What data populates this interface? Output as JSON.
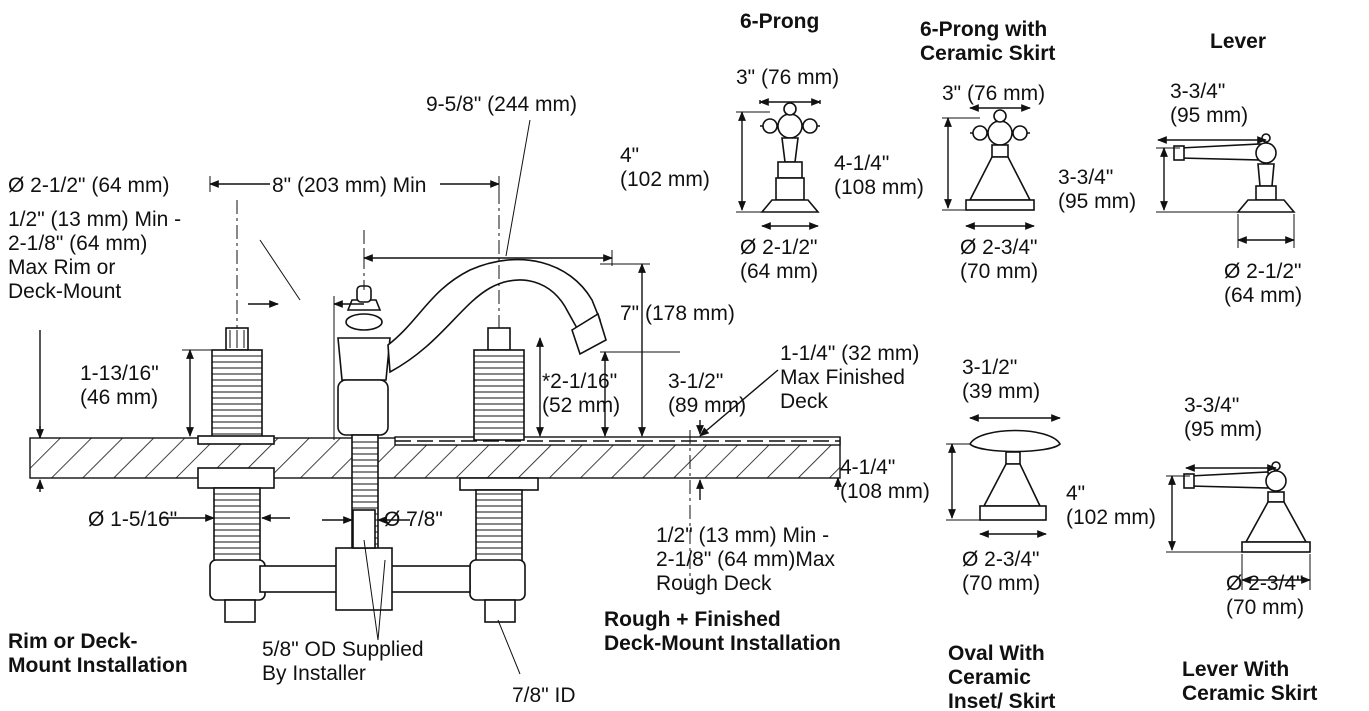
{
  "titles": {
    "rim_deck": [
      "Rim or Deck-",
      "Mount Installation"
    ],
    "rough_finished": [
      "Rough + Finished",
      "Deck-Mount Installation"
    ],
    "six_prong": [
      "6-Prong"
    ],
    "six_prong_skirt": [
      "6-Prong with",
      "Ceramic Skirt"
    ],
    "lever": [
      "Lever"
    ],
    "oval": [
      "Oval With",
      "Ceramic",
      "Inset/ Skirt"
    ],
    "lever_skirt": [
      "Lever With",
      "Ceramic Skirt"
    ]
  },
  "dims": {
    "spout_reach": [
      "9-5/8\" (244 mm)"
    ],
    "handle_diameter": [
      "Ø 2-1/2\" (64 mm)"
    ],
    "spacing_min": [
      "8\" (203 mm) Min"
    ],
    "rim_thickness": [
      "1/2\" (13 mm) Min -",
      "2-1/8\" (64 mm)",
      "Max Rim or",
      "Deck-Mount"
    ],
    "stem_height": [
      "1-13/16\"",
      "(46 mm)"
    ],
    "spout_height_7": [
      "7\" (178 mm)"
    ],
    "spout_base_height": [
      "*2-1/16\"",
      "(52 mm)"
    ],
    "spout_outlet_height": [
      "3-1/2\"",
      "(89 mm)"
    ],
    "finished_deck": [
      "1-1/4\" (32 mm)",
      "Max Finished",
      "Deck"
    ],
    "shank_diameter": [
      "Ø 1-5/16\""
    ],
    "spout_shank": [
      "Ø 7/8\""
    ],
    "rough_deck": [
      "1/2\" (13 mm) Min -",
      "2-1/8\" (64 mm)Max",
      "Rough Deck"
    ],
    "supply_od": [
      "5/8\" OD Supplied",
      "By Installer"
    ],
    "outlet_id": [
      "7/8\" ID"
    ],
    "p6_width": [
      "3\" (76 mm)"
    ],
    "p6_height": [
      "4\"",
      "(102 mm)"
    ],
    "p6_base": [
      "Ø 2-1/2\"",
      "(64 mm)"
    ],
    "p6s_width": [
      "3\" (76 mm)"
    ],
    "p6s_height": [
      "4-1/4\"",
      "(108 mm)"
    ],
    "p6s_base": [
      "Ø 2-3/4\"",
      "(70 mm)"
    ],
    "lever_width": [
      "3-3/4\"",
      "(95 mm)"
    ],
    "lever_height": [
      "3-3/4\"",
      "(95 mm)"
    ],
    "lever_base": [
      "Ø 2-1/2\"",
      "(64 mm)"
    ],
    "oval_width": [
      "3-1/2\"",
      "(39 mm)"
    ],
    "oval_height": [
      "4-1/4\"",
      "(108 mm)"
    ],
    "oval_base": [
      "Ø 2-3/4\"",
      "(70 mm)"
    ],
    "levs_width": [
      "3-3/4\"",
      "(95 mm)"
    ],
    "levs_height": [
      "4\"",
      "(102 mm)"
    ],
    "levs_base": [
      "Ø 2-3/4\"",
      "(70 mm)"
    ]
  }
}
